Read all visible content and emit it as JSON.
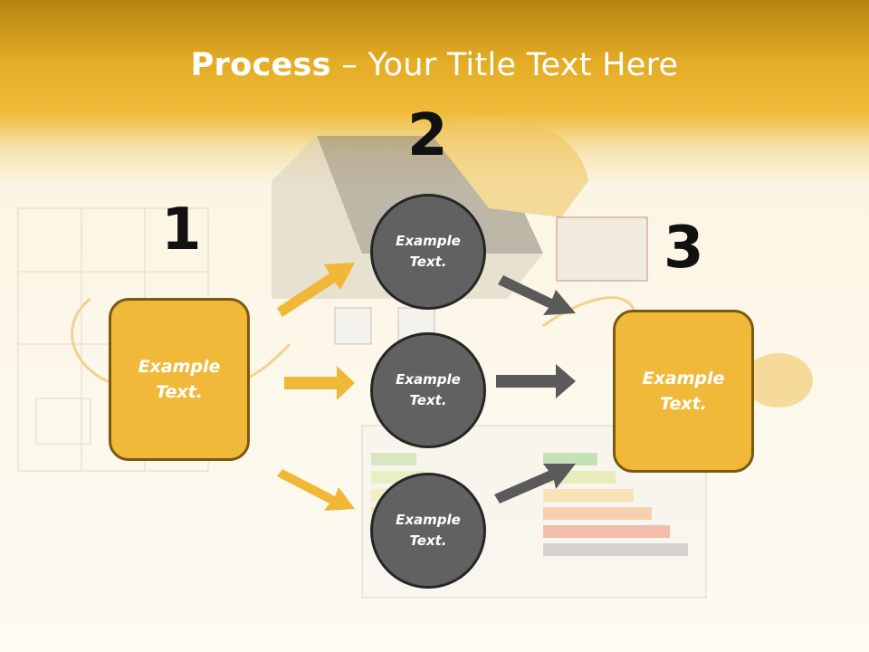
{
  "title": {
    "bold": "Process",
    "rest": " – Your Title Text Here"
  },
  "steps": {
    "one": "1",
    "two": "2",
    "three": "3"
  },
  "boxes": {
    "left": "Example\nText.",
    "right": "Example\nText."
  },
  "circles": {
    "top": "Example\nText.",
    "middle": "Example\nText.",
    "bottom": "Example\nText."
  },
  "colors": {
    "accent": "#f0b93a",
    "circle": "#616161",
    "arrow_yellow": "#f1b737",
    "arrow_gray": "#5a5a5a"
  }
}
